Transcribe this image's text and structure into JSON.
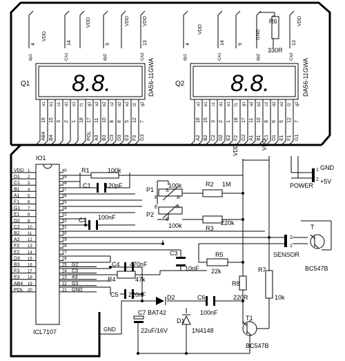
{
  "displays": {
    "q1": {
      "ref": "Q1",
      "part": "DA56-11GWA",
      "digits": "8.8.",
      "top_pins": [
        "4",
        "",
        "14",
        "9",
        "",
        "13"
      ],
      "top_labels": [
        "dp1",
        "",
        "CA1",
        "dp2",
        "",
        "CA2"
      ],
      "top_vdd": [
        "VDD",
        "VDD",
        "VDD"
      ],
      "bottom_pins": [
        "16",
        "15",
        "3",
        "2",
        "1",
        "18",
        "17",
        "11",
        "10",
        "8",
        "6",
        "5",
        "12",
        "7"
      ],
      "bottom_seg": [
        "a1",
        "b1",
        "c1",
        "d1",
        "e1",
        "f1",
        "g1",
        "a2",
        "b2",
        "c2",
        "d2",
        "e2",
        "f2",
        "g2"
      ],
      "bottom_nets": [
        "AB4",
        "B4",
        "",
        "",
        "",
        "",
        "POL",
        "A3",
        "B3",
        "C3",
        "D3",
        "E3",
        "F3",
        "G3"
      ]
    },
    "q2": {
      "ref": "Q2",
      "part": "DA56-11GWA",
      "digits": "8.8.",
      "top_pins": [
        "4",
        "",
        "14",
        "9",
        "",
        "13"
      ],
      "top_labels": [
        "dp1",
        "",
        "CA1",
        "dp2",
        "",
        "CA2"
      ],
      "top_vdd": [
        "VDD",
        "GND",
        "VDD"
      ],
      "bottom_pins": [
        "16",
        "15",
        "3",
        "2",
        "1",
        "18",
        "17",
        "11",
        "10",
        "8",
        "6",
        "5",
        "12",
        "7"
      ],
      "bottom_seg": [
        "a1",
        "b1",
        "c1",
        "d1",
        "e1",
        "f1",
        "g1",
        "a2",
        "b2",
        "c2",
        "d2",
        "e2",
        "f2",
        "g2"
      ],
      "bottom_nets": [
        "A2",
        "B2",
        "C2",
        "D2",
        "E2",
        "F2",
        "G2",
        "A1",
        "B1",
        "C1",
        "D1",
        "E1",
        "F1",
        "G1"
      ]
    }
  },
  "r6": {
    "ref": "R6",
    "value": "330R"
  },
  "ic": {
    "ref": "IO1",
    "part": "ICL7107",
    "left_pins": [
      {
        "num": "1",
        "net": "VDD"
      },
      {
        "num": "2",
        "net": "D1"
      },
      {
        "num": "3",
        "net": "C1"
      },
      {
        "num": "4",
        "net": "B1"
      },
      {
        "num": "5",
        "net": "A1"
      },
      {
        "num": "6",
        "net": "F1"
      },
      {
        "num": "7",
        "net": "G1"
      },
      {
        "num": "8",
        "net": "E1"
      },
      {
        "num": "9",
        "net": "D2"
      },
      {
        "num": "10",
        "net": "C2"
      },
      {
        "num": "11",
        "net": "B2"
      },
      {
        "num": "12",
        "net": "A2"
      },
      {
        "num": "13",
        "net": "F2"
      },
      {
        "num": "14",
        "net": "E2"
      },
      {
        "num": "15",
        "net": "D3"
      },
      {
        "num": "16",
        "net": "B3"
      },
      {
        "num": "17",
        "net": "F3"
      },
      {
        "num": "18",
        "net": "E3"
      },
      {
        "num": "19",
        "net": "AB4"
      },
      {
        "num": "20",
        "net": "POL"
      }
    ],
    "right_pins": [
      {
        "num": "40",
        "net": ""
      },
      {
        "num": "39",
        "net": ""
      },
      {
        "num": "38",
        "net": ""
      },
      {
        "num": "37",
        "net": ""
      },
      {
        "num": "36",
        "net": ""
      },
      {
        "num": "35",
        "net": ""
      },
      {
        "num": "34",
        "net": ""
      },
      {
        "num": "33",
        "net": ""
      },
      {
        "num": "32",
        "net": ""
      },
      {
        "num": "31",
        "net": ""
      },
      {
        "num": "30",
        "net": ""
      },
      {
        "num": "29",
        "net": ""
      },
      {
        "num": "28",
        "net": ""
      },
      {
        "num": "27",
        "net": ""
      },
      {
        "num": "26",
        "net": ""
      },
      {
        "num": "25",
        "net": "G2"
      },
      {
        "num": "24",
        "net": "C3"
      },
      {
        "num": "23",
        "net": "A3"
      },
      {
        "num": "22",
        "net": "G3"
      },
      {
        "num": "21",
        "net": "GND"
      }
    ]
  },
  "components": {
    "r1": {
      "ref": "R1",
      "value": "100k"
    },
    "c1": {
      "ref": "C1",
      "value": "120pF"
    },
    "c2": {
      "ref": "C2",
      "value": "100nF"
    },
    "p1": {
      "ref": "P1",
      "value": "100k",
      "pin_s": "S",
      "pin_e": "E",
      "pin_a": "A"
    },
    "p2": {
      "ref": "P2",
      "value": "100k",
      "pin_s": "S",
      "pin_e": "E",
      "pin_a": "A"
    },
    "r2": {
      "ref": "R2",
      "value": "1M"
    },
    "r3": {
      "ref": "R3",
      "value": "220k"
    },
    "c3": {
      "ref": "C3",
      "value": "10nF"
    },
    "r5": {
      "ref": "R5",
      "value": "22k"
    },
    "c4": {
      "ref": "C4",
      "value": "470nF"
    },
    "r4": {
      "ref": "R4",
      "value": "47k"
    },
    "c5": {
      "ref": "C5",
      "value": "220nF"
    },
    "d2": {
      "ref": "D2",
      "value": "BAT42"
    },
    "c6": {
      "ref": "C6",
      "value": "100nF"
    },
    "c7": {
      "ref": "C7",
      "value": "22uF/16V"
    },
    "d1": {
      "ref": "D1",
      "value": "1N4148"
    },
    "r8": {
      "ref": "R8",
      "value": "220R"
    },
    "r7": {
      "ref": "R7",
      "value": "10k"
    },
    "t1": {
      "ref": "T1",
      "value": "BC547B"
    }
  },
  "nets": {
    "vdd_top": "VDD",
    "vdd_mid": "VDD",
    "gnd": "GND"
  },
  "power": {
    "label": "POWER",
    "gnd": "GND",
    "plus": "+5V",
    "pin1": "1",
    "pin2": "2"
  },
  "sensor": {
    "label": "SENSOR",
    "ref": "T",
    "part": "BC547B",
    "pin1": "1",
    "pin2": "2"
  }
}
